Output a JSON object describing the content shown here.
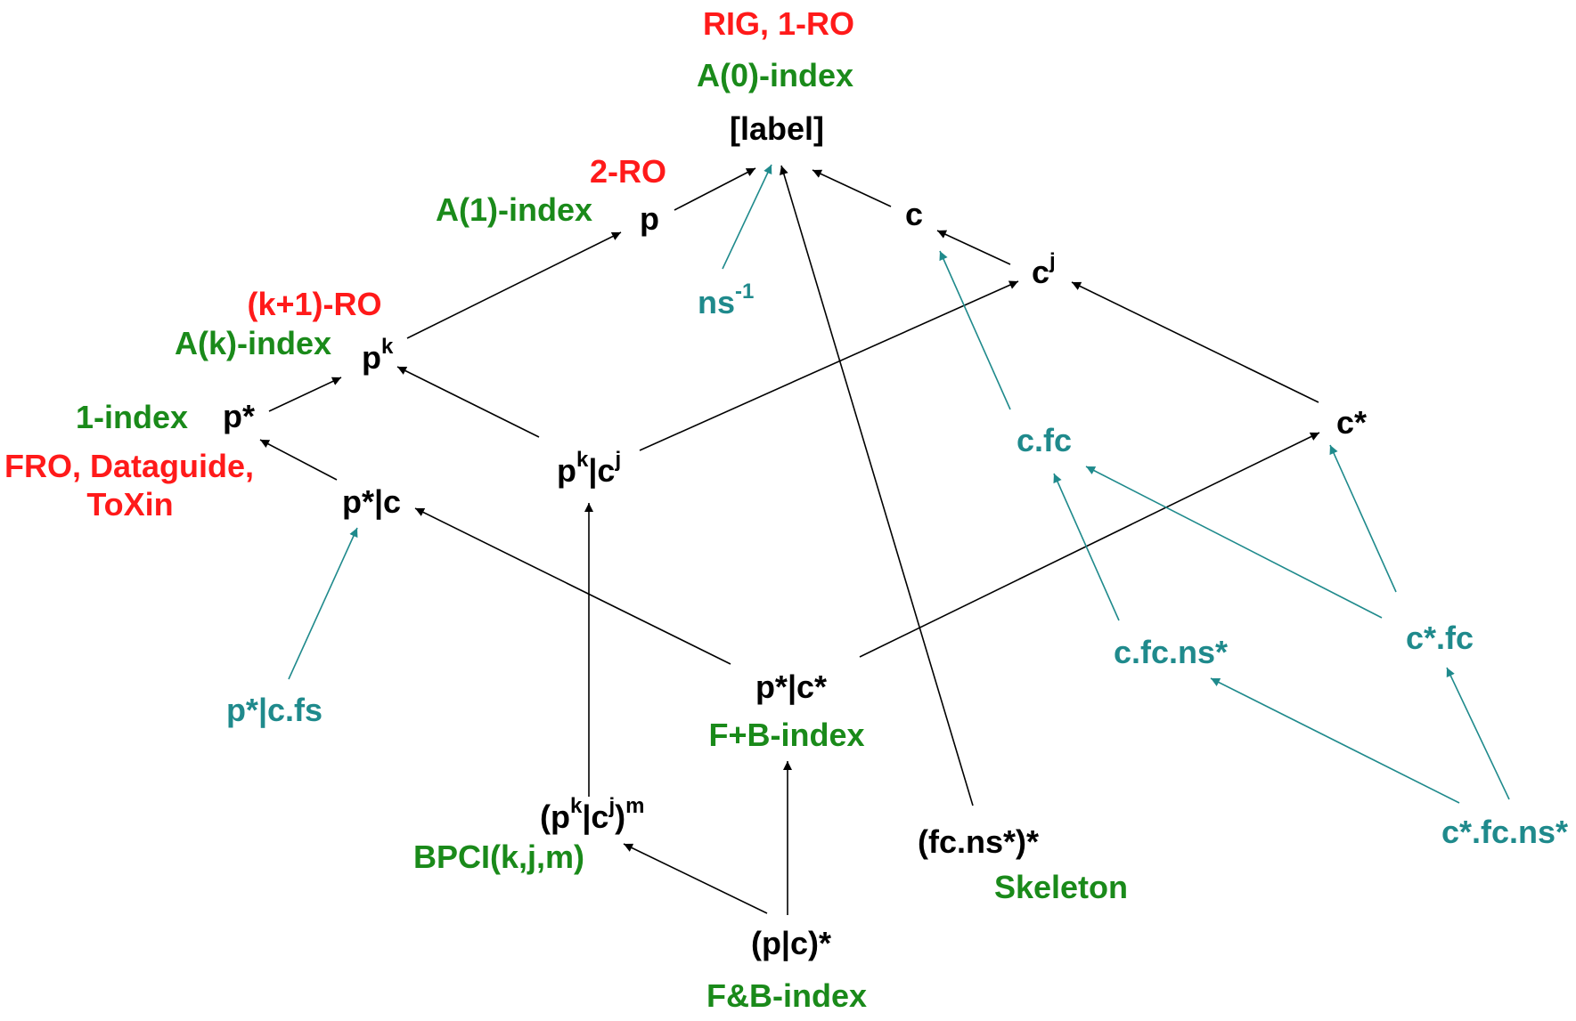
{
  "colors": {
    "black": "#000000",
    "red": "#ff1a1a",
    "green": "#1a8a1a",
    "teal": "#1f8a8c"
  },
  "nodes": {
    "label": "[label]",
    "p": "p",
    "c": "c",
    "cj": {
      "base": "c",
      "sup": "j"
    },
    "ns_inv": {
      "base": "ns",
      "sup": "-1"
    },
    "pk": {
      "base": "p",
      "sup": "k"
    },
    "pstar": "p*",
    "pk_cj": {
      "base1": "p",
      "sup1": "k",
      "mid": "|c",
      "sup2": "j"
    },
    "pstar_c": "p*|c",
    "cfc": "c.fc",
    "cstar": "c*",
    "pstar_c_fs": "p*|c.fs",
    "pstar_cstar": "p*|c*",
    "cfc_ns": "c.fc.ns*",
    "cstar_fc": "c*.fc",
    "pk_cj_m": {
      "open": "(p",
      "sup1": "k",
      "mid": "|c",
      "sup2": "j",
      "close": ")",
      "sup3": "m"
    },
    "fc_ns_star": "(fc.ns*)*",
    "pc_star": "(p|c)*",
    "cstar_fc_ns": "c*.fc.ns*"
  },
  "annotations": {
    "rig_1ro": "RIG, 1-RO",
    "a0_index": "A(0)-index",
    "two_ro": "2-RO",
    "a1_index": "A(1)-index",
    "k1_ro": "(k+1)-RO",
    "ak_index": "A(k)-index",
    "one_index": "1-index",
    "fro_dataguide": "FRO, Dataguide,",
    "toxin": "ToXin",
    "fb_index": "F+B-index",
    "bpci": "BPCI(k,j,m)",
    "skeleton": "Skeleton",
    "fandb_index": "F&B-index"
  }
}
